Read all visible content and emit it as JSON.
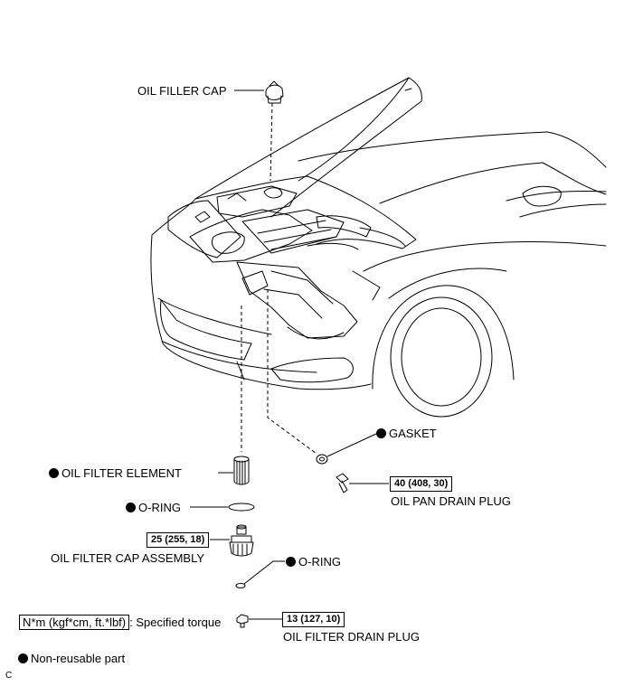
{
  "parts": {
    "oil_filler_cap": "OIL FILLER CAP",
    "gasket": "GASKET",
    "oil_filter_element": "OIL FILTER ELEMENT",
    "o_ring_upper": "O-RING",
    "o_ring_lower": "O-RING",
    "oil_pan_drain_plug": "OIL PAN DRAIN PLUG",
    "oil_filter_cap_assembly": "OIL FILTER CAP ASSEMBLY",
    "oil_filter_drain_plug": "OIL FILTER DRAIN PLUG"
  },
  "torques": {
    "oil_pan_drain_plug": "40 (408, 30)",
    "oil_filter_cap_assembly": "25 (255, 18)",
    "oil_filter_drain_plug": "13 (127, 10)"
  },
  "legend": {
    "torque_unit": "N*m (kgf*cm, ft.*lbf)",
    "torque_desc": ": Specified torque",
    "non_reusable": "Non-reusable part"
  },
  "corner_mark": "C",
  "icons": {
    "non_reusable_marker": "filled-circle"
  }
}
